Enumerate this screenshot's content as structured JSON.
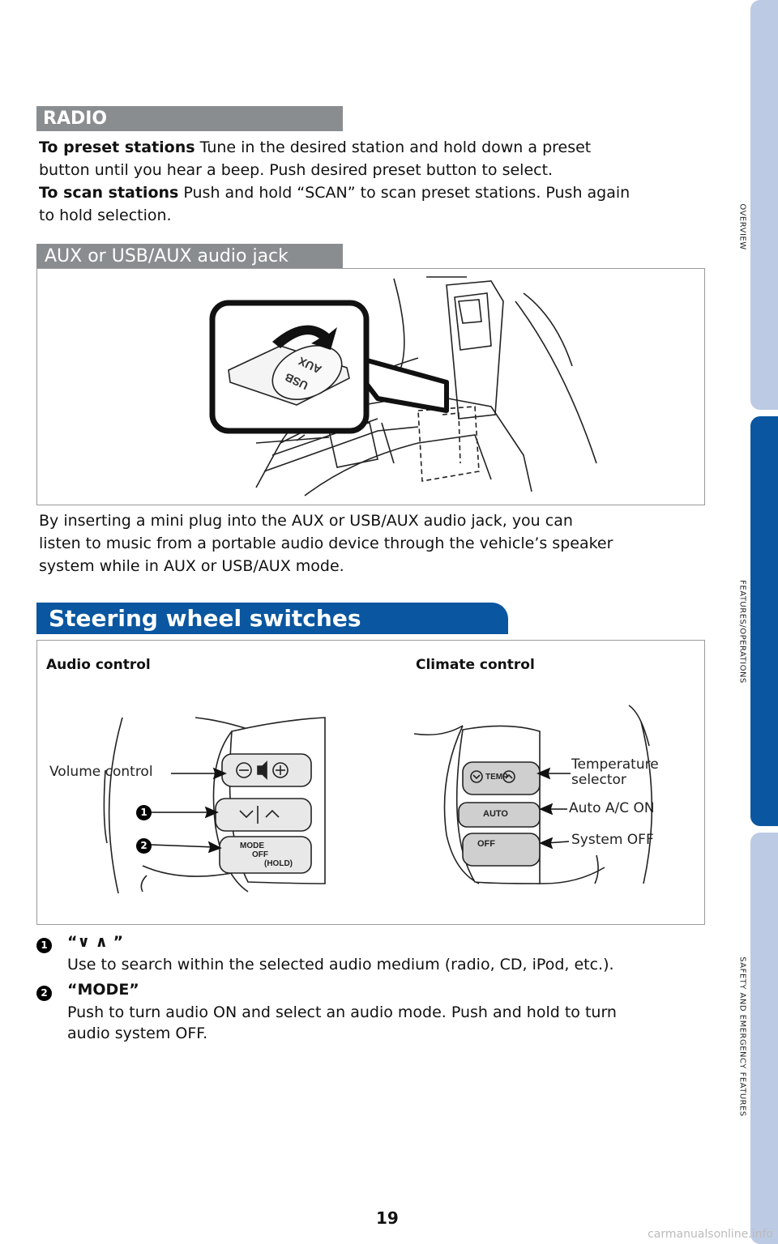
{
  "side_tabs": [
    "OVERVIEW",
    "FEATURES/OPERATIONS",
    "SAFETY AND EMERGENCY FEATURES"
  ],
  "radio": {
    "header": "RADIO",
    "line1_bold": "To preset stations",
    "line1_rest": " Tune in the desired station and hold down a preset",
    "line2": "button until you hear a beep. Push desired preset button to select.",
    "line3_bold": "To scan stations",
    "line3_rest": " Push and hold “SCAN” to scan preset stations. Push again",
    "line4": "to hold selection."
  },
  "aux": {
    "header": "AUX or USB/AUX audio jack",
    "jack_label_1": "USB",
    "jack_label_2": "AUX",
    "desc1": "By inserting a mini plug into the AUX or USB/AUX audio jack, you can",
    "desc2": "listen to music from a portable audio device through the vehicle’s speaker",
    "desc3": "system while in AUX or USB/AUX mode."
  },
  "steering": {
    "header": "Steering wheel switches",
    "audio_title": "Audio control",
    "climate_title": "Climate control",
    "volume_label": "Volume control",
    "temp_label_1": "Temperature",
    "temp_label_2": "selector",
    "auto_label": "Auto A/C ON",
    "off_label": "System OFF",
    "btn_mode": "MODE",
    "btn_off": "OFF",
    "btn_hold": "(HOLD)",
    "btn_temp": "TEMP",
    "btn_auto": "AUTO",
    "btn_sys_off": "OFF"
  },
  "items": [
    {
      "num": "1",
      "title": "“∨ ∧ ”",
      "text": "Use to search within the selected audio medium (radio, CD, iPod, etc.)."
    },
    {
      "num": "2",
      "title": "“MODE”",
      "text1": "Push to turn audio ON and select an audio mode. Push and hold to turn",
      "text2": "audio system OFF."
    }
  ],
  "page_number": "19",
  "watermark": "carmanualsonline.info"
}
